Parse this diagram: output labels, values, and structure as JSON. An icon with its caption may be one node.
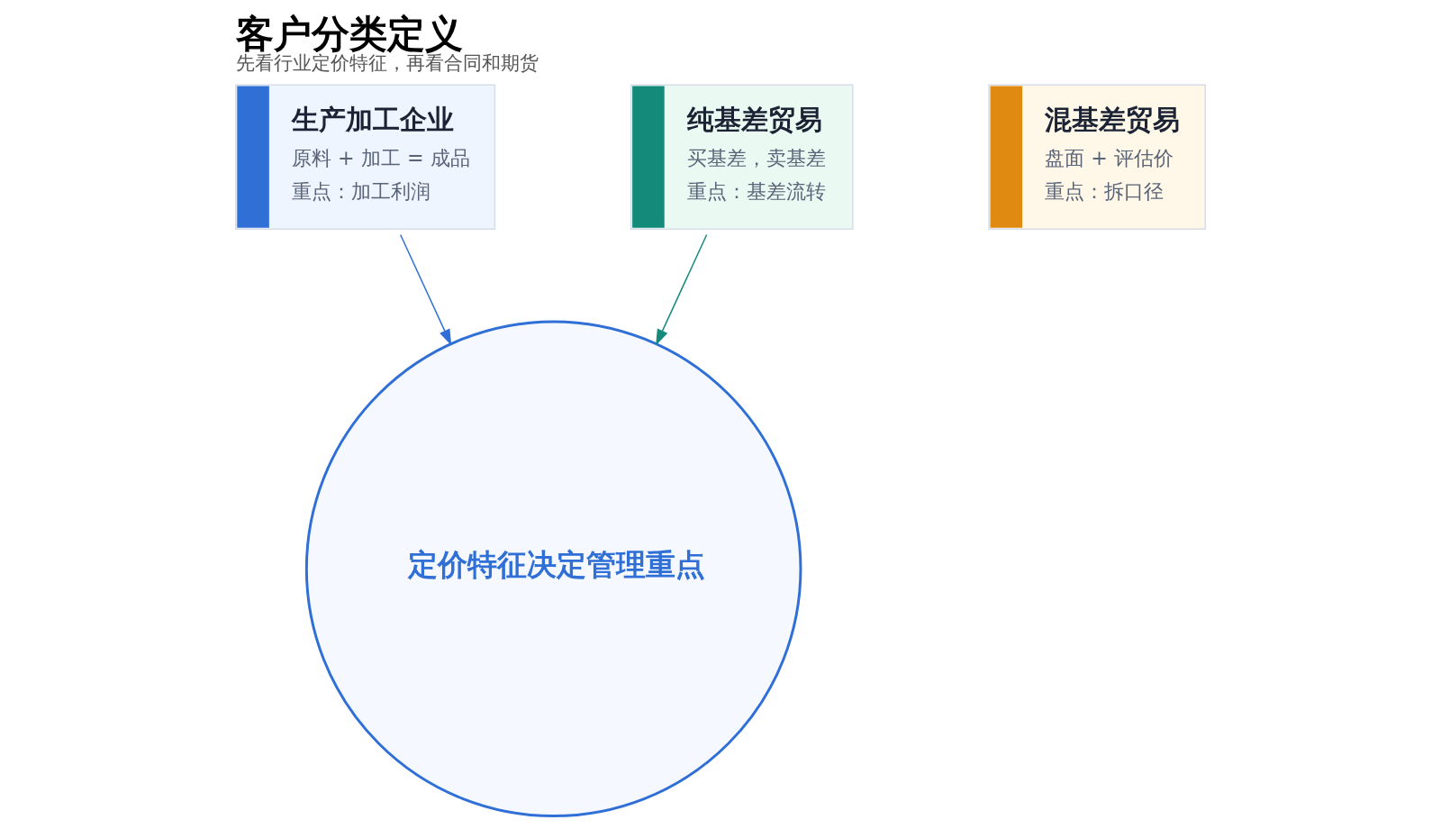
{
  "diagram": {
    "title": "客户分类定义",
    "caption": "先看行业定价特征，再看合同和期货",
    "nodes": [
      {
        "text": [
          "生产加工企业",
          "原料 + 加工 = 成品",
          "重点：加工利润"
        ]
      },
      {
        "text": [
          "纯基差贸易",
          "买基差，卖基差",
          "重点：基差流转"
        ]
      },
      {
        "text": [
          "定价特征决定管理重点"
        ]
      },
      {
        "text": [
          "混基差贸易",
          "盘面 + 评估价",
          "重点：拆口径"
        ]
      }
    ],
    "edges": [
      {
        "from": 0,
        "to": 2,
        "arrow": "to",
        "color": "#2f6fd6"
      },
      {
        "from": 1,
        "to": 2,
        "arrow": "to",
        "color": "#138a7a"
      }
    ]
  }
}
